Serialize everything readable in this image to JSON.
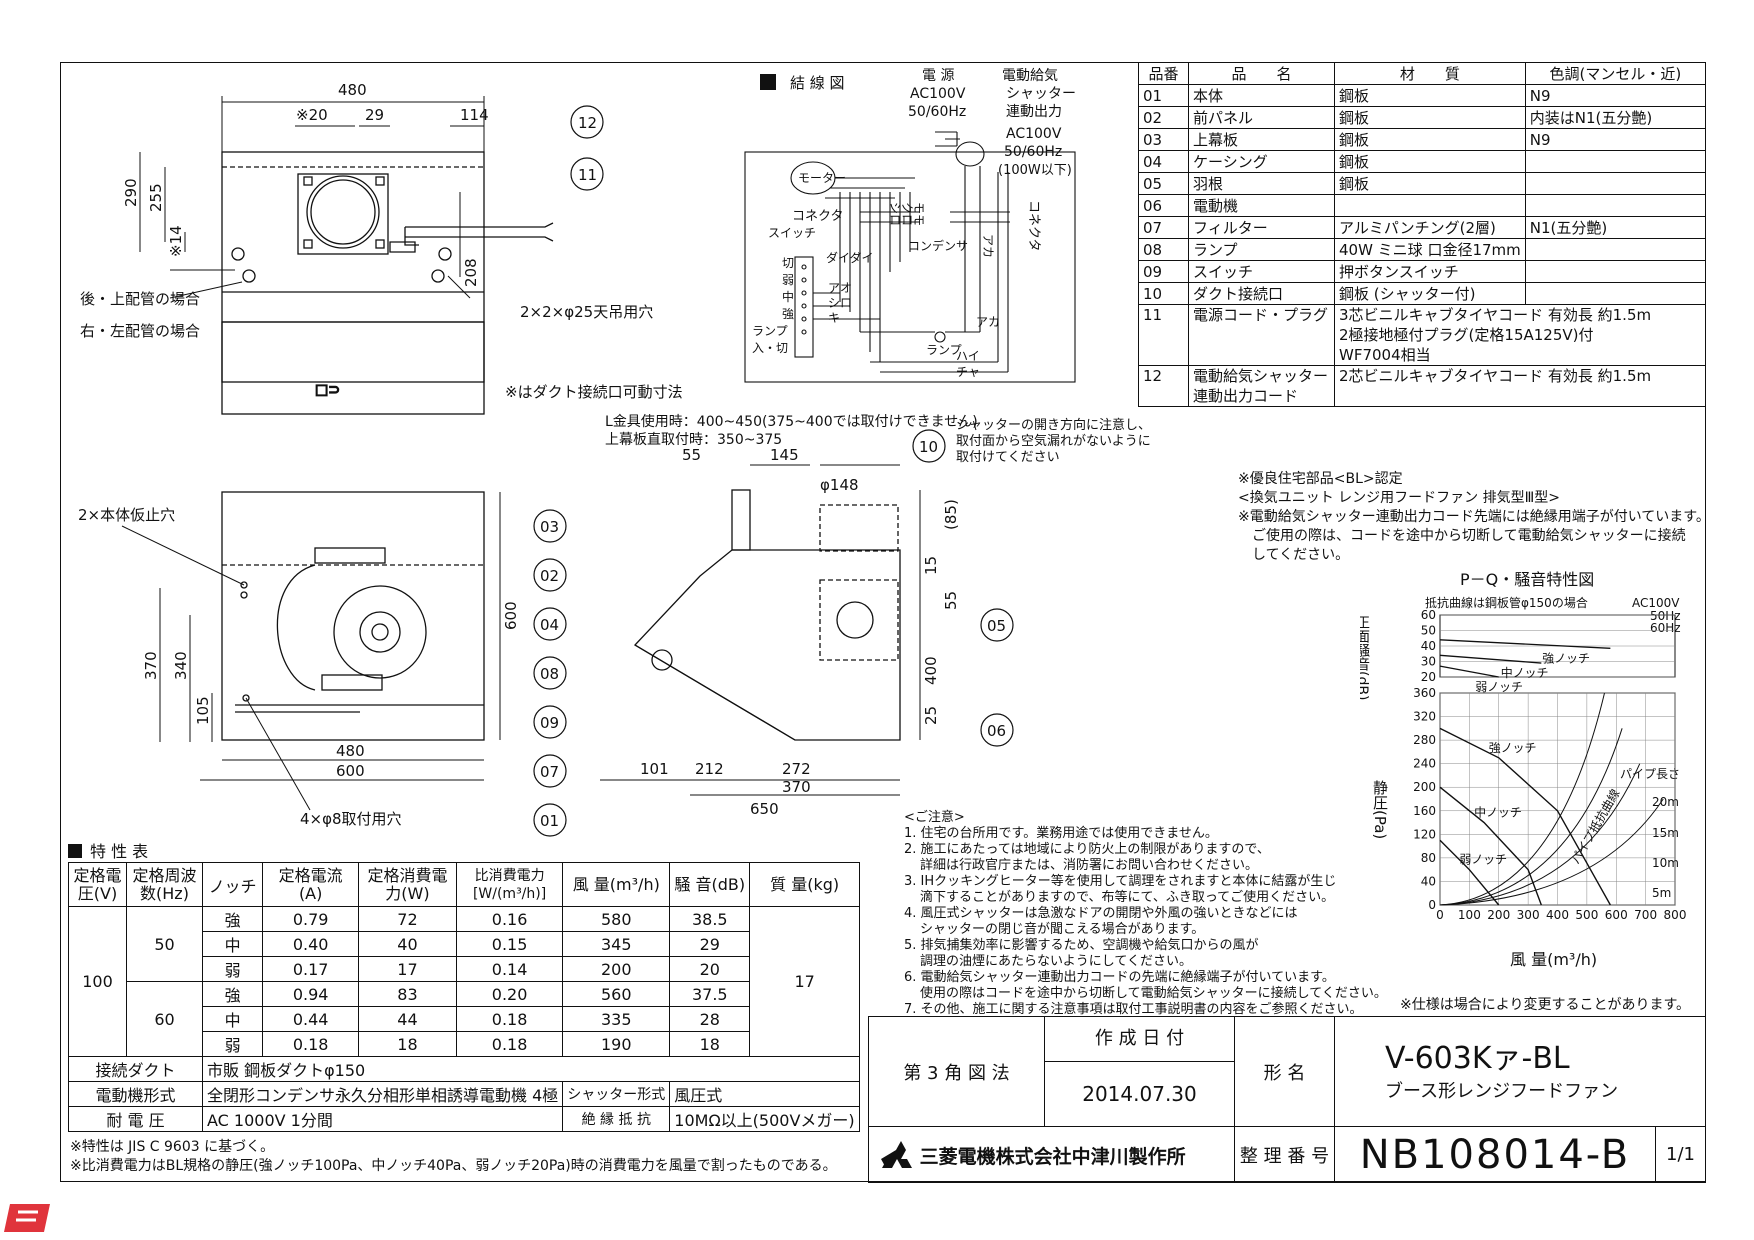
{
  "wiring": {
    "title": "結 線 図",
    "power": [
      "電 源",
      "AC100V",
      "50/60Hz"
    ],
    "shutter_out": [
      "電動給気",
      "シャッター",
      "連動出力",
      "AC100V",
      "50/60Hz",
      "(100W以下)"
    ],
    "motor": "モーター",
    "connector_left": "コネクタ",
    "connector_right": "コネクタ",
    "condenser": "コンデンサ",
    "switch": "スイッチ",
    "lamp": "ランプ",
    "switch_labels": [
      "切",
      "弱",
      "中",
      "強",
      "ランプ",
      "入・切"
    ],
    "wire_colors": [
      "ダイダイ",
      "アオ",
      "シロ",
      "キ",
      "アカ",
      "ハイ",
      "チャ",
      "モモ",
      "クロ",
      "シロ",
      "アカ"
    ]
  },
  "dims": {
    "top": [
      "480",
      "※20",
      "29",
      "114",
      "290",
      "255",
      "※14",
      "208"
    ],
    "top_notes": [
      "後・上配管の場合",
      "右・左配管の場合",
      "2×2×φ25天吊用穴",
      "※はダクト接続口可動寸法"
    ],
    "front": [
      "2×本体仮止穴",
      "370",
      "340",
      "105",
      "600",
      "480",
      "600",
      "4×φ8取付用穴"
    ],
    "side": [
      "L金具使用時：400~450(375~400では取付けできません)",
      "上幕板直取付時：350~375",
      "55",
      "145",
      "φ148",
      "(85)",
      "15",
      "55",
      "400",
      "25",
      "101",
      "212",
      "272",
      "370",
      "650"
    ],
    "side_note": [
      "シャッターの開き方向に注意し、",
      "取付面から空気漏れがないように",
      "取付けてください"
    ],
    "callouts": [
      "12",
      "11",
      "03",
      "02",
      "04",
      "08",
      "09",
      "07",
      "01",
      "10",
      "05",
      "06"
    ]
  },
  "parts": {
    "headers": [
      "品番",
      "品　　名",
      "材　　質",
      "色調(マンセル・近)"
    ],
    "rows": [
      [
        "01",
        "本体",
        "鋼板",
        "N9"
      ],
      [
        "02",
        "前パネル",
        "鋼板",
        "内装はN1(五分艶)"
      ],
      [
        "03",
        "上幕板",
        "鋼板",
        "N9"
      ],
      [
        "04",
        "ケーシング",
        "鋼板",
        ""
      ],
      [
        "05",
        "羽根",
        "鋼板",
        ""
      ],
      [
        "06",
        "電動機",
        "",
        ""
      ],
      [
        "07",
        "フィルター",
        "アルミパンチング(2層)",
        "N1(五分艶)"
      ],
      [
        "08",
        "ランプ",
        "40W ミニ球 口金径17mm",
        ""
      ],
      [
        "09",
        "スイッチ",
        "押ボタンスイッチ",
        ""
      ],
      [
        "10",
        "ダクト接続口",
        "鋼板 (シャッター付)",
        ""
      ]
    ],
    "row11": {
      "no": "11",
      "name": "電源コード・プラグ",
      "lines": [
        "3芯ビニルキャブタイヤコード 有効長 約1.5m",
        "2極接地極付プラグ(定格15A125V)付",
        "WF7004相当"
      ]
    },
    "row12": {
      "no": "12",
      "name": [
        "電動給気シャッター",
        "連動出力コード"
      ],
      "lines": [
        "2芯ビニルキャブタイヤコード 有効長 約1.5m"
      ]
    }
  },
  "bl_notes": [
    "※優良住宅部品<BL>認定",
    "<換気ユニット レンジ用フードファン 排気型Ⅲ型>",
    "※電動給気シャッター連動出力コード先端には絶縁用端子が付いています。",
    "ご使用の際は、コードを途中から切断して電動給気シャッターに接続",
    "してください。"
  ],
  "chart_data": [
    {
      "type": "line",
      "title": "P－Q・騒音特性図",
      "subtitle": "抵抗曲線は鋼板管φ150の場合",
      "power": "AC100V",
      "legend": [
        "50Hz",
        "60Hz"
      ],
      "ylabel": "正面騒音(dB)",
      "ylim": [
        20,
        60
      ],
      "yticks": [
        "60",
        "50",
        "40",
        "30",
        "20"
      ],
      "series": [
        {
          "name": "強ノッチ",
          "values": [
            [
              0,
              44
            ],
            [
              580,
              38.5
            ]
          ]
        },
        {
          "name": "中ノッチ",
          "values": [
            [
              0,
              34
            ],
            [
              345,
              29
            ]
          ]
        },
        {
          "name": "弱ノッチ",
          "values": [
            [
              0,
              27
            ],
            [
              200,
              20
            ]
          ]
        }
      ]
    },
    {
      "type": "line",
      "xlabel": "風 量(m³/h)",
      "ylabel": "静圧(Pa)",
      "xlim": [
        0,
        800
      ],
      "ylim": [
        0,
        360
      ],
      "xticks": [
        "0",
        "100",
        "200",
        "300",
        "400",
        "500",
        "600",
        "700",
        "800"
      ],
      "yticks": [
        "360",
        "320",
        "280",
        "240",
        "200",
        "160",
        "120",
        "80",
        "40",
        "0"
      ],
      "series": [
        {
          "name": "強ノッチ",
          "values": [
            [
              0,
              300
            ],
            [
              200,
              250
            ],
            [
              400,
              160
            ],
            [
              580,
              0
            ]
          ]
        },
        {
          "name": "中ノッチ",
          "values": [
            [
              0,
              200
            ],
            [
              150,
              140
            ],
            [
              300,
              60
            ],
            [
              345,
              0
            ]
          ]
        },
        {
          "name": "弱ノッチ",
          "values": [
            [
              0,
              110
            ],
            [
              100,
              60
            ],
            [
              200,
              0
            ]
          ]
        }
      ],
      "annotations": [
        "パイプ長さ",
        "20m",
        "15m",
        "10m",
        "5m",
        "パイプ抵抗曲線"
      ]
    }
  ],
  "spec": {
    "title": "特 性 表",
    "headers": [
      "定格電圧(V)",
      "定格周波数(Hz)",
      "ノッチ",
      "定格電流(A)",
      "定格消費電力(W)",
      "比消費電力[W/(m³/h)]",
      "風 量(m³/h)",
      "騒 音(dB)",
      "質 量(kg)"
    ],
    "voltage": "100",
    "mass": "17",
    "groups": [
      {
        "freq": "50",
        "rows": [
          [
            "強",
            "0.79",
            "72",
            "0.16",
            "580",
            "38.5"
          ],
          [
            "中",
            "0.40",
            "40",
            "0.15",
            "345",
            "29"
          ],
          [
            "弱",
            "0.17",
            "17",
            "0.14",
            "200",
            "20"
          ]
        ]
      },
      {
        "freq": "60",
        "rows": [
          [
            "強",
            "0.94",
            "83",
            "0.20",
            "560",
            "37.5"
          ],
          [
            "中",
            "0.44",
            "44",
            "0.18",
            "335",
            "28"
          ],
          [
            "弱",
            "0.18",
            "18",
            "0.18",
            "190",
            "18"
          ]
        ]
      }
    ],
    "duct_label": "接続ダクト",
    "duct_value": "市販 鋼板ダクトφ150",
    "motor_label": "電動機形式",
    "motor_value": "全閉形コンデンサ永久分相形単相誘導電動機 4極",
    "shutter_label": "シャッター形式",
    "shutter_value": "風圧式",
    "withstand_label": "耐 電 圧",
    "withstand_value": "AC 1000V 1分間",
    "insulation_label": "絶 縁 抵 抗",
    "insulation_value": "10MΩ以上(500Vメガー)",
    "notes": [
      "※特性は JIS C 9603 に基づく。",
      "※比消費電力はBL規格の静圧(強ノッチ100Pa、中ノッチ40Pa、弱ノッチ20Pa)時の消費電力を風量で割ったものである。"
    ]
  },
  "cautions": [
    "<ご注意>",
    "1. 住宅の台所用です。業務用途では使用できません。",
    "2. 施工にあたっては地域により防火上の制限がありますので、",
    "詳細は行政官庁または、消防署にお問い合わせください。",
    "3. IHクッキングヒーター等を使用して調理をされますと本体に結露が生じ",
    "滴下することがありますので、布等にて、ふき取ってご使用ください。",
    "4. 風圧式シャッターは急激なドアの開閉や外風の強いときなどには",
    "シャッターの閉じ音が聞こえる場合があります。",
    "5. 排気捕集効率に影響するため、空調機や給気口からの風が",
    "調理の油煙にあたらないようにしてください。",
    "6. 電動給気シャッター連動出力コードの先端に絶縁端子が付いています。",
    "使用の際はコードを途中から切断して電動給気シャッターに接続してください。",
    "7. その他、施工に関する注意事項は取付工事説明書の内容をご参照ください。"
  ],
  "spec_change_note": "※仕様は場合により変更することがあります。",
  "titleblock": {
    "projection": "第 3 角 図 法",
    "date_label": "作 成 日 付",
    "date": "2014.07.30",
    "model_label": "形 名",
    "model": "V-603Kァ-BL",
    "product": "ブース形レンジフードファン",
    "company": "三菱電機株式会社中津川製作所",
    "serial_label": "整 理 番 号",
    "serial": "NB108014-B",
    "sheet": "1/1"
  }
}
